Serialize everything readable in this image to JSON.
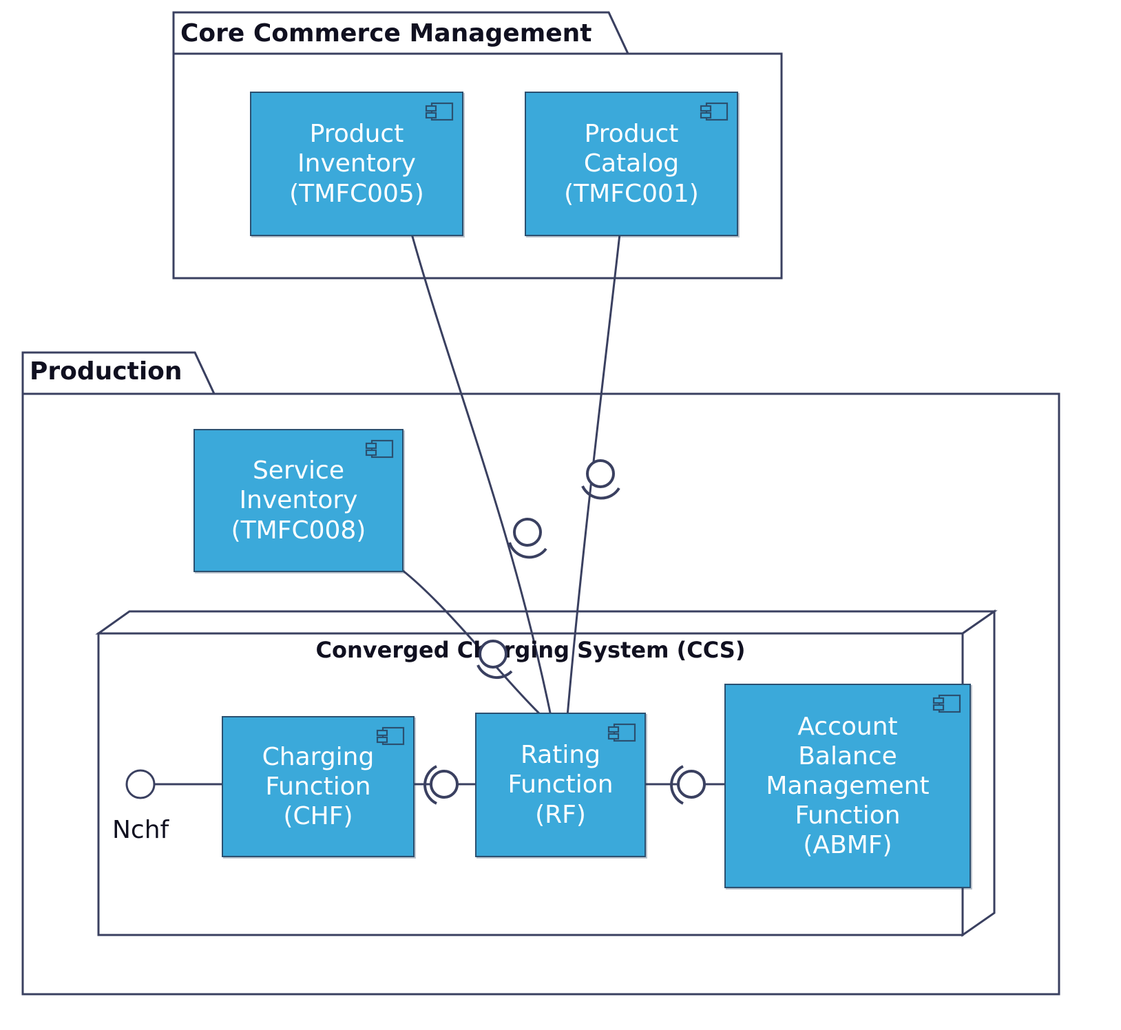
{
  "diagram": {
    "type": "uml-component-diagram",
    "background": "#ffffff",
    "component_fill": "#3BA9DA",
    "component_stroke": "#2B5070",
    "line_color": "#3A4060",
    "text_on_component": "#ffffff",
    "label_color": "#101020"
  },
  "packages": [
    {
      "id": "core-commerce-management",
      "label": "Core Commerce Management"
    },
    {
      "id": "production",
      "label": "Production"
    }
  ],
  "nodes": [
    {
      "id": "ccs",
      "label": "Converged Charging System (CCS)"
    }
  ],
  "components": [
    {
      "id": "product-inventory",
      "name": "Product Inventory",
      "code": "(TMFC005)",
      "text": "Product\nInventory\n(TMFC005)",
      "icon": "component-icon"
    },
    {
      "id": "product-catalog",
      "name": "Product Catalog",
      "code": "(TMFC001)",
      "text": "Product\nCatalog\n(TMFC001)",
      "icon": "component-icon"
    },
    {
      "id": "service-inventory",
      "name": "Service Inventory",
      "code": "(TMFC008)",
      "text": "Service\nInventory\n(TMFC008)",
      "icon": "component-icon"
    },
    {
      "id": "charging-function",
      "name": "Charging Function",
      "code": "(CHF)",
      "text": "Charging\nFunction\n(CHF)",
      "icon": "component-icon"
    },
    {
      "id": "rating-function",
      "name": "Rating Function",
      "code": "(RF)",
      "text": "Rating\nFunction\n(RF)",
      "icon": "component-icon"
    },
    {
      "id": "abmf",
      "name": "Account Balance Management Function",
      "code": "(ABMF)",
      "text": "Account\nBalance\nManagement\nFunction\n(ABMF)",
      "icon": "component-icon"
    }
  ],
  "interfaces": [
    {
      "id": "nchf",
      "label": "Nchf",
      "kind": "provided-lollipop",
      "attached_to": "charging-function"
    }
  ],
  "connectors": [
    {
      "id": "chf-rf",
      "kind": "assembly-ball-socket",
      "from": "charging-function",
      "to": "rating-function"
    },
    {
      "id": "rf-abmf",
      "kind": "assembly-ball-socket",
      "from": "rating-function",
      "to": "abmf"
    },
    {
      "id": "product-inventory-rf",
      "kind": "assembly-ball-socket",
      "from": "product-inventory",
      "to": "rating-function"
    },
    {
      "id": "product-catalog-rf",
      "kind": "assembly-ball-socket",
      "from": "product-catalog",
      "to": "rating-function"
    },
    {
      "id": "service-inventory-rf",
      "kind": "assembly-ball-socket",
      "from": "service-inventory",
      "to": "rating-function"
    }
  ]
}
